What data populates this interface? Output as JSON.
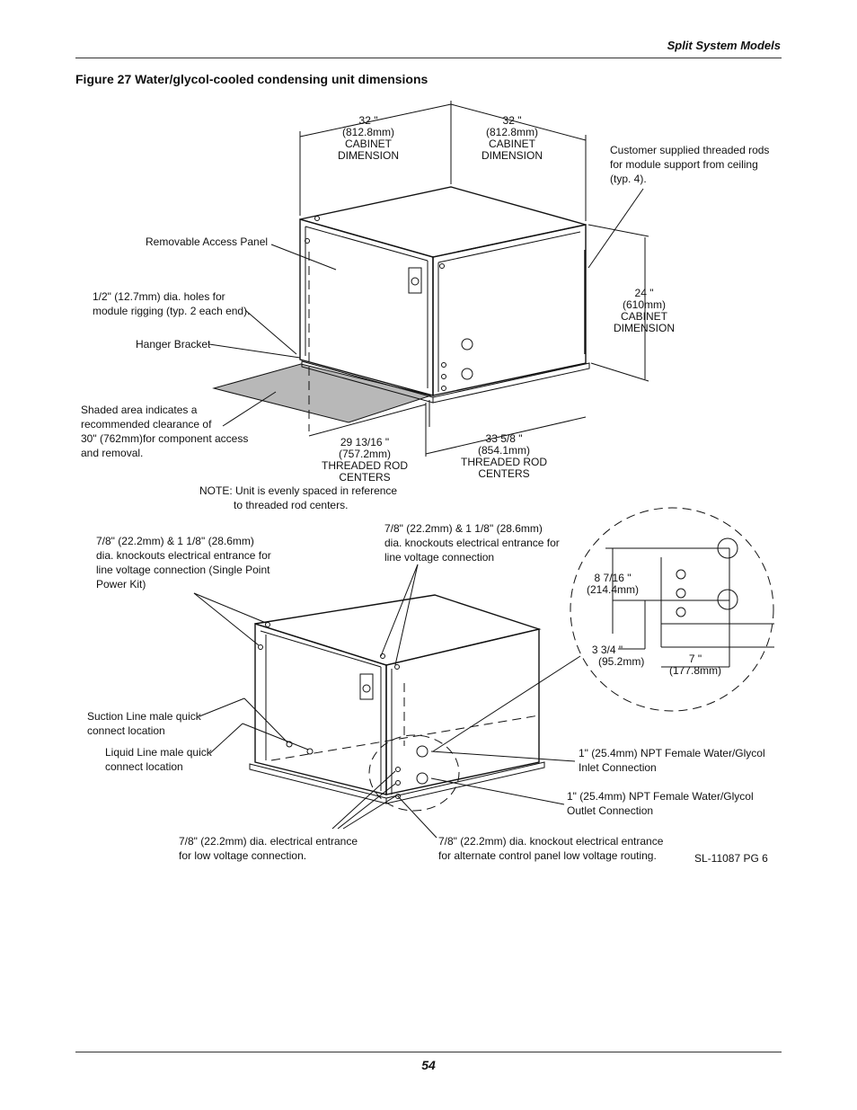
{
  "header": {
    "section": "Split System Models"
  },
  "figure": {
    "title": "Figure 27  Water/glycol-cooled condensing unit dimensions"
  },
  "top_view": {
    "dim_left": [
      "32  \"",
      "(812.8mm)",
      "CABINET",
      "DIMENSION"
    ],
    "dim_right": [
      "32  \"",
      "(812.8mm)",
      "CABINET",
      "DIMENSION"
    ],
    "dim_height": [
      "24  \"",
      "(610mm)",
      "CABINET",
      "DIMENSION"
    ],
    "dim_rod_left": [
      "29 13/16  \"",
      "(757.2mm)",
      "THREADED ROD",
      "CENTERS"
    ],
    "dim_rod_right": [
      "33 5/8  \"",
      "(854.1mm)",
      "THREADED ROD",
      "CENTERS"
    ],
    "callout_rods": [
      "Customer supplied threaded rods",
      "for module support from ceiling",
      "(typ. 4)."
    ],
    "callout_panel": "Removable Access Panel",
    "callout_holes": [
      "1/2\" (12.7mm) dia. holes for",
      "module rigging (typ. 2 each end)."
    ],
    "callout_bracket": "Hanger Bracket",
    "callout_shaded": [
      "Shaded area indicates a",
      "recommended clearance of",
      "30\" (762mm)for component access",
      " and removal."
    ],
    "note": [
      "NOTE: Unit is evenly spaced in reference",
      "to threaded rod centers."
    ]
  },
  "bottom_view": {
    "callout_single_point": [
      "7/8\" (22.2mm) & 1 1/8\" (28.6mm)",
      "dia. knockouts electrical entrance for",
      "line voltage connection (Single Point",
      "Power Kit)"
    ],
    "callout_line_voltage": [
      "7/8\" (22.2mm) & 1 1/8\" (28.6mm)",
      "dia. knockouts electrical entrance for",
      "line voltage connection"
    ],
    "callout_suction": [
      "Suction Line male quick",
      "connect location"
    ],
    "callout_liquid": [
      "Liquid Line male quick",
      "connect location"
    ],
    "callout_inlet": [
      "1\" (25.4mm) NPT Female Water/Glycol",
      "Inlet Connection"
    ],
    "callout_outlet": [
      "1\" (25.4mm) NPT Female Water/Glycol",
      "Outlet Connection"
    ],
    "callout_low_voltage": [
      "7/8\" (22.2mm) dia. electrical entrance",
      "for low voltage connection."
    ],
    "callout_alt_control": [
      "7/8\" (22.2mm) dia. knockout electrical entrance",
      "for alternate control panel low voltage routing."
    ],
    "detail_dim_a": [
      "8 7/16  \"",
      "(214.4mm)"
    ],
    "detail_dim_b": [
      "3 3/4  \"",
      "(95.2mm)"
    ],
    "detail_dim_c": [
      "7  \"",
      "(177.8mm)"
    ],
    "drawing_id": "SL-11087 PG 6"
  },
  "footer": {
    "page_number": "54"
  }
}
